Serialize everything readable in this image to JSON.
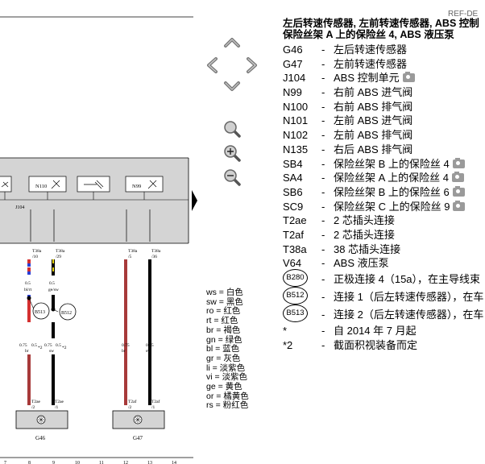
{
  "header": {
    "top_mark": "- ----",
    "ref_id": "REF-DE"
  },
  "diagram": {
    "components": [
      "N110",
      "N99"
    ],
    "connector_bar": "J104",
    "pins": [
      {
        "conn": "T38a",
        "pin": "/10"
      },
      {
        "conn": "T38a",
        "pin": "/29"
      },
      {
        "conn": "T38a",
        "pin": "/5"
      },
      {
        "conn": "T38a",
        "pin": "/36"
      }
    ],
    "wire_sizes": [
      "0.5",
      "0.5",
      "0.75",
      "0.5",
      "0.75",
      "0.5",
      "0.75",
      "0.75"
    ],
    "wire_colors": [
      "bl/rt",
      "ge/sw",
      "br",
      "sw",
      "br",
      "sw"
    ],
    "notes": [
      "*2",
      "*2"
    ],
    "splices": [
      "B513",
      "B512"
    ],
    "sensor_pins": [
      {
        "conn": "T2ae",
        "pin": "/2"
      },
      {
        "conn": "T2ae",
        "pin": "/1"
      },
      {
        "conn": "T2af",
        "pin": "/2"
      },
      {
        "conn": "T2af",
        "pin": "/1"
      }
    ],
    "sensors": [
      "G46",
      "G47"
    ],
    "ruler": [
      "7",
      "8",
      "9",
      "10",
      "11",
      "12",
      "13",
      "14"
    ]
  },
  "color_codes": [
    {
      "code": "ws",
      "name": "白色"
    },
    {
      "code": "sw",
      "name": "黑色"
    },
    {
      "code": "ro",
      "name": "红色"
    },
    {
      "code": "rt",
      "name": "红色"
    },
    {
      "code": "br",
      "name": "褐色"
    },
    {
      "code": "gn",
      "name": "绿色"
    },
    {
      "code": "bl",
      "name": "蓝色"
    },
    {
      "code": "gr",
      "name": "灰色"
    },
    {
      "code": "li",
      "name": "淡紫色"
    },
    {
      "code": "vi",
      "name": "淡紫色"
    },
    {
      "code": "ge",
      "name": "黄色"
    },
    {
      "code": "or",
      "name": "橘黄色"
    },
    {
      "code": "rs",
      "name": "粉红色"
    }
  ],
  "navigation": {
    "icons": [
      "arrow-up",
      "arrow-left",
      "arrow-right",
      "arrow-down",
      "zoom-reset",
      "zoom-in",
      "zoom-out"
    ]
  },
  "legend": {
    "title_line1": "左后转速传感器, 左前转速传感器, ABS 控制",
    "title_line2": "保险丝架 A 上的保险丝 4, ABS 液压泵",
    "dash": "-",
    "items": [
      {
        "code": "G46",
        "desc": "左后转速传感器"
      },
      {
        "code": "G47",
        "desc": "左前转速传感器"
      },
      {
        "code": "J104",
        "desc": "ABS 控制单元"
      },
      {
        "code": "N99",
        "desc": "右前 ABS 进气阀"
      },
      {
        "code": "N100",
        "desc": "右前 ABS 排气阀"
      },
      {
        "code": "N101",
        "desc": "左前 ABS 进气阀"
      },
      {
        "code": "N102",
        "desc": "左前 ABS 排气阀"
      },
      {
        "code": "N135",
        "desc": "右后 ABS 排气阀"
      },
      {
        "code": "SB4",
        "desc": "保险丝架 B 上的保险丝 4"
      },
      {
        "code": "SA4",
        "desc": "保险丝架 A 上的保险丝 4"
      },
      {
        "code": "SB6",
        "desc": "保险丝架 B 上的保险丝 6"
      },
      {
        "code": "SC9",
        "desc": "保险丝架 C 上的保险丝 9"
      },
      {
        "code": "T2ae",
        "desc": "2 芯插头连接"
      },
      {
        "code": "T2af",
        "desc": "2 芯插头连接"
      },
      {
        "code": "T38a",
        "desc": "38 芯插头连接"
      },
      {
        "code": "V64",
        "desc": "ABS 液压泵"
      }
    ],
    "circle_items": [
      {
        "code": "B280",
        "desc": "正极连接 4（15a），在主导线束"
      },
      {
        "code": "B512",
        "desc": "连接 1（后左转速传感器），在车"
      },
      {
        "code": "B513",
        "desc": "连接 2（后左转速传感器），在车"
      }
    ],
    "notes": [
      {
        "code": "*",
        "desc": "自 2014 年 7 月起"
      },
      {
        "code": "*2",
        "desc": "截面积视装备而定"
      }
    ]
  }
}
